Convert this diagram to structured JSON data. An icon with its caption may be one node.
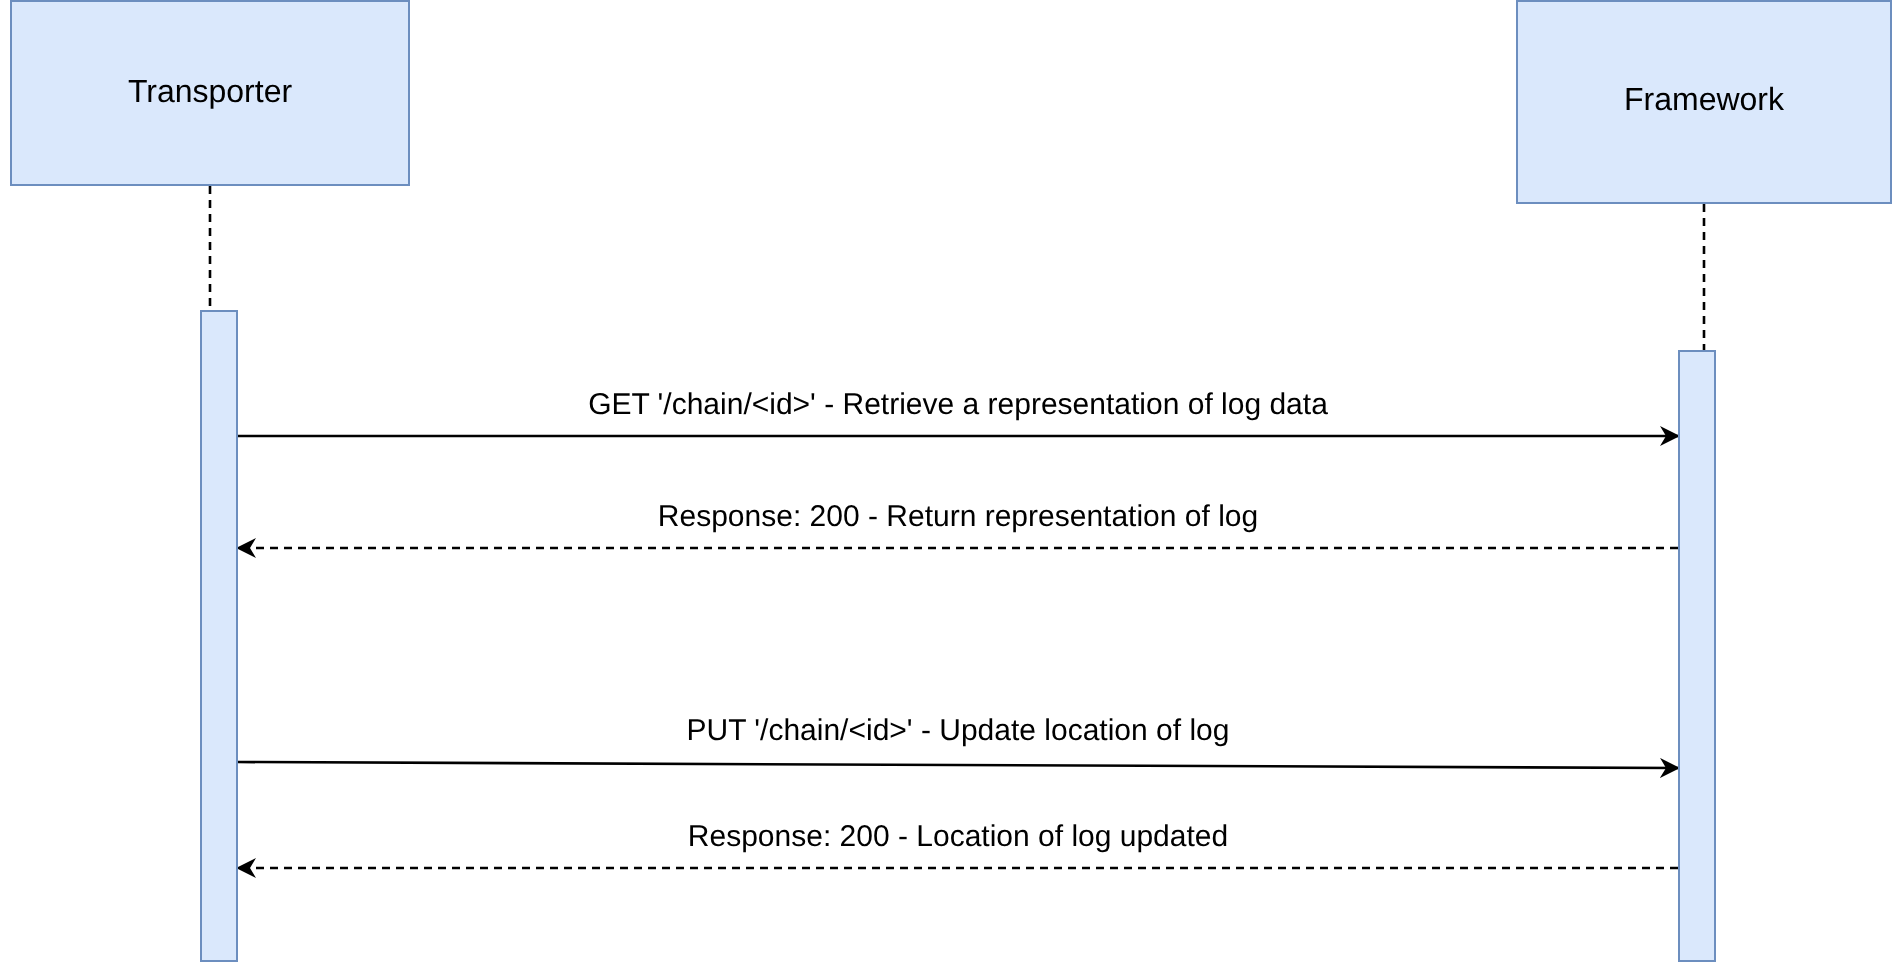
{
  "diagram": {
    "nodes": [
      {
        "text": [
          "Transporter"
        ]
      },
      {
        "text": [
          "Framework"
        ]
      },
      {
        "text": [],
        "shape": "bar"
      },
      {
        "text": [],
        "shape": "bar"
      }
    ],
    "edges": [
      {
        "from": 0,
        "to": 2,
        "arrow": "none",
        "style": "dashed"
      },
      {
        "from": 1,
        "to": 3,
        "arrow": "none",
        "style": "dashed"
      },
      {
        "from": 2,
        "to": 3,
        "arrow": "to",
        "label": "GET '/chain/<id>' - Retrieve a representation of log data"
      },
      {
        "from": 3,
        "to": 2,
        "arrow": "to",
        "style": "dashed",
        "label": "Response: 200 - Return representation of log"
      },
      {
        "from": 2,
        "to": 3,
        "arrow": "to",
        "label": "PUT '/chain/<id>' - Update location of log"
      },
      {
        "from": 3,
        "to": 2,
        "arrow": "to",
        "style": "dashed",
        "label": "Response: 200 - Location of log updated"
      }
    ]
  }
}
